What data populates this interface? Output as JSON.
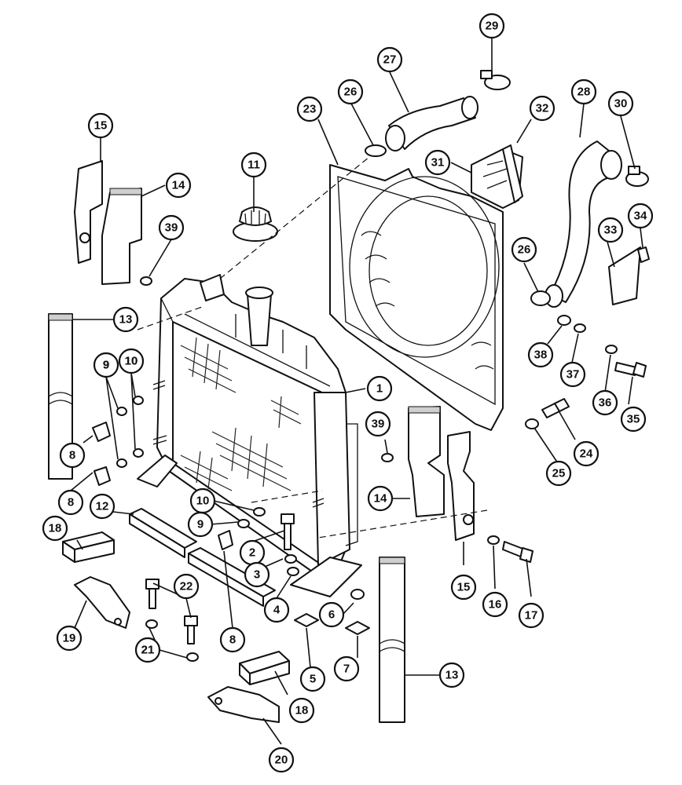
{
  "callouts": [
    "1",
    "2",
    "3",
    "4",
    "5",
    "6",
    "7",
    "8",
    "8",
    "8",
    "9",
    "9",
    "9",
    "10",
    "10",
    "10",
    "11",
    "12",
    "13",
    "13",
    "14",
    "14",
    "15",
    "15",
    "16",
    "17",
    "18",
    "18",
    "19",
    "20",
    "21",
    "21",
    "22",
    "23",
    "24",
    "25",
    "26",
    "26",
    "27",
    "28",
    "29",
    "30",
    "31",
    "32",
    "33",
    "34",
    "35",
    "36",
    "37",
    "38",
    "39",
    "39"
  ]
}
